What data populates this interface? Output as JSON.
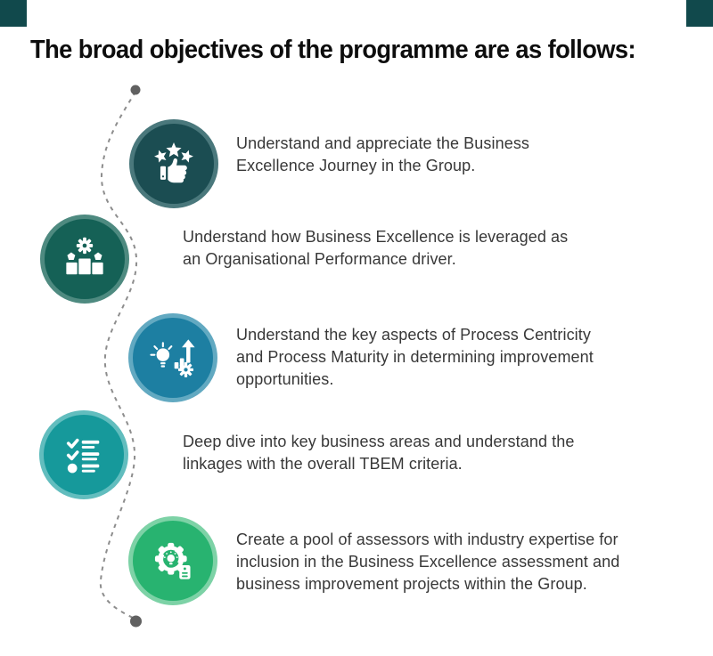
{
  "page": {
    "title": "The broad objectives of the programme are as follows:"
  },
  "theme": {
    "background": "#ffffff",
    "title_color": "#0d0d0d",
    "text_color": "#383838",
    "corner_color": "#11494c",
    "line_color": "#8d8d8d",
    "dot_color": "#616161",
    "icon_color": "#ffffff"
  },
  "objectives": [
    {
      "icon": "thumbs-up-stars-icon",
      "circle_color": "#1b4d52",
      "ring_color": "#4a787c",
      "text": "Understand and appreciate the Business\nExcellence Journey in the Group."
    },
    {
      "icon": "team-podium-gear-icon",
      "circle_color": "#156156",
      "ring_color": "#4e8a80",
      "text": "Understand how Business Excellence is leveraged as\nan Organisational Performance driver."
    },
    {
      "icon": "idea-growth-gear-icon",
      "circle_color": "#1d7fa2",
      "ring_color": "#62a9c1",
      "text": "Understand the key aspects of Process Centricity\nand Process Maturity in determining improvement\nopportunities."
    },
    {
      "icon": "checklist-icon",
      "circle_color": "#16999b",
      "ring_color": "#62bdbe",
      "text": "Deep dive into key business areas and understand the\nlinkages with the overall TBEM criteria."
    },
    {
      "icon": "gear-bulb-tag-icon",
      "circle_color": "#28b370",
      "ring_color": "#7dd2a6",
      "text": "Create a pool of assessors with industry expertise for\ninclusion in the Business Excellence assessment and\nbusiness improvement projects within the Group."
    }
  ]
}
